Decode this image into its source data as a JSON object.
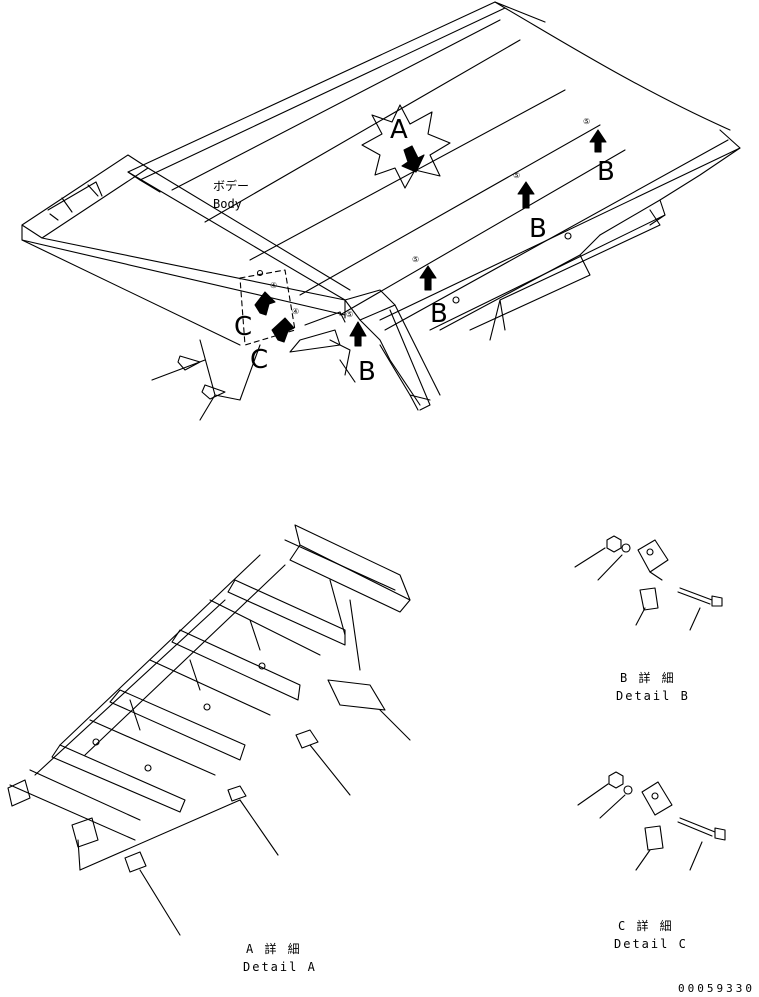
{
  "body_label": {
    "jp": "ボデー",
    "en": "Body"
  },
  "callouts": {
    "A": "A",
    "B": "B",
    "C": "C"
  },
  "bolt_markers": [
    "⑤",
    "⑤",
    "⑤",
    "⑤",
    "④",
    "④"
  ],
  "detail_a": {
    "jp": "A 詳 細",
    "en": "Detail A"
  },
  "detail_b": {
    "jp": "B 詳 細",
    "en": "Detail B"
  },
  "detail_c": {
    "jp": "C 詳 細",
    "en": "Detail C"
  },
  "doc_number": "00059330",
  "colors": {
    "ink": "#000000",
    "background": "#ffffff"
  }
}
